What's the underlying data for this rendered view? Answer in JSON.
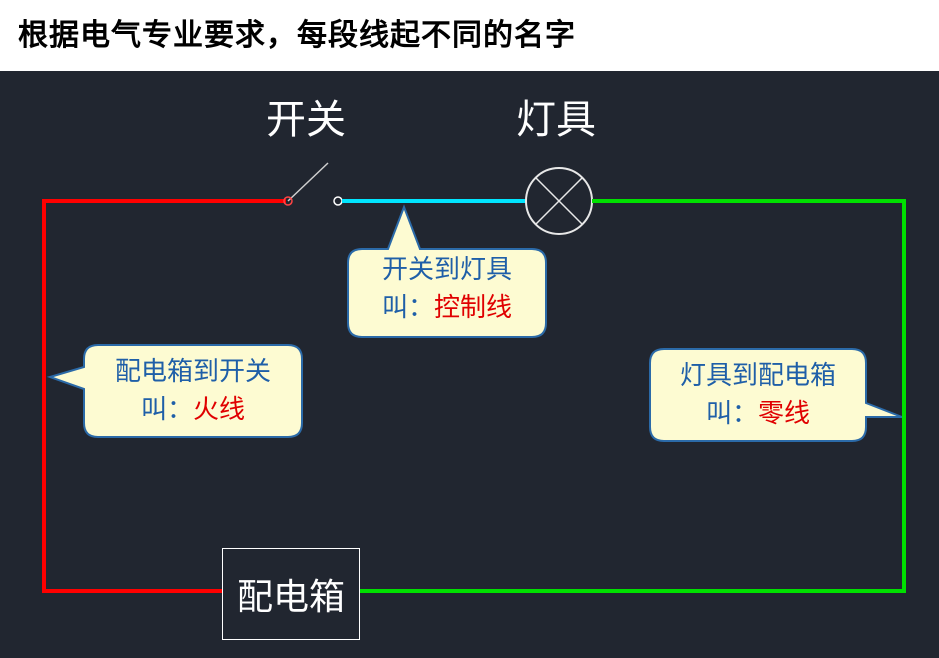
{
  "title": "根据电气专业要求，每段线起不同的名字",
  "labels": {
    "switch": "开关",
    "lamp": "灯具",
    "distribution_box": "配电箱"
  },
  "callouts": {
    "control": {
      "line1": "开关到灯具",
      "prefix": "叫：",
      "name": "控制线"
    },
    "live": {
      "line1": "配电箱到开关",
      "prefix": "叫：",
      "name": "火线"
    },
    "neutral": {
      "line1": "灯具到配电箱",
      "prefix": "叫：",
      "name": "零线"
    }
  },
  "colors": {
    "live_wire": "#ff0000",
    "control_wire": "#00e5ff",
    "neutral_wire": "#00e000",
    "background": "#212630",
    "callout_fill": "#fdfbd2",
    "callout_text": "#1f5fa8",
    "wire_name_text": "#e00000"
  }
}
